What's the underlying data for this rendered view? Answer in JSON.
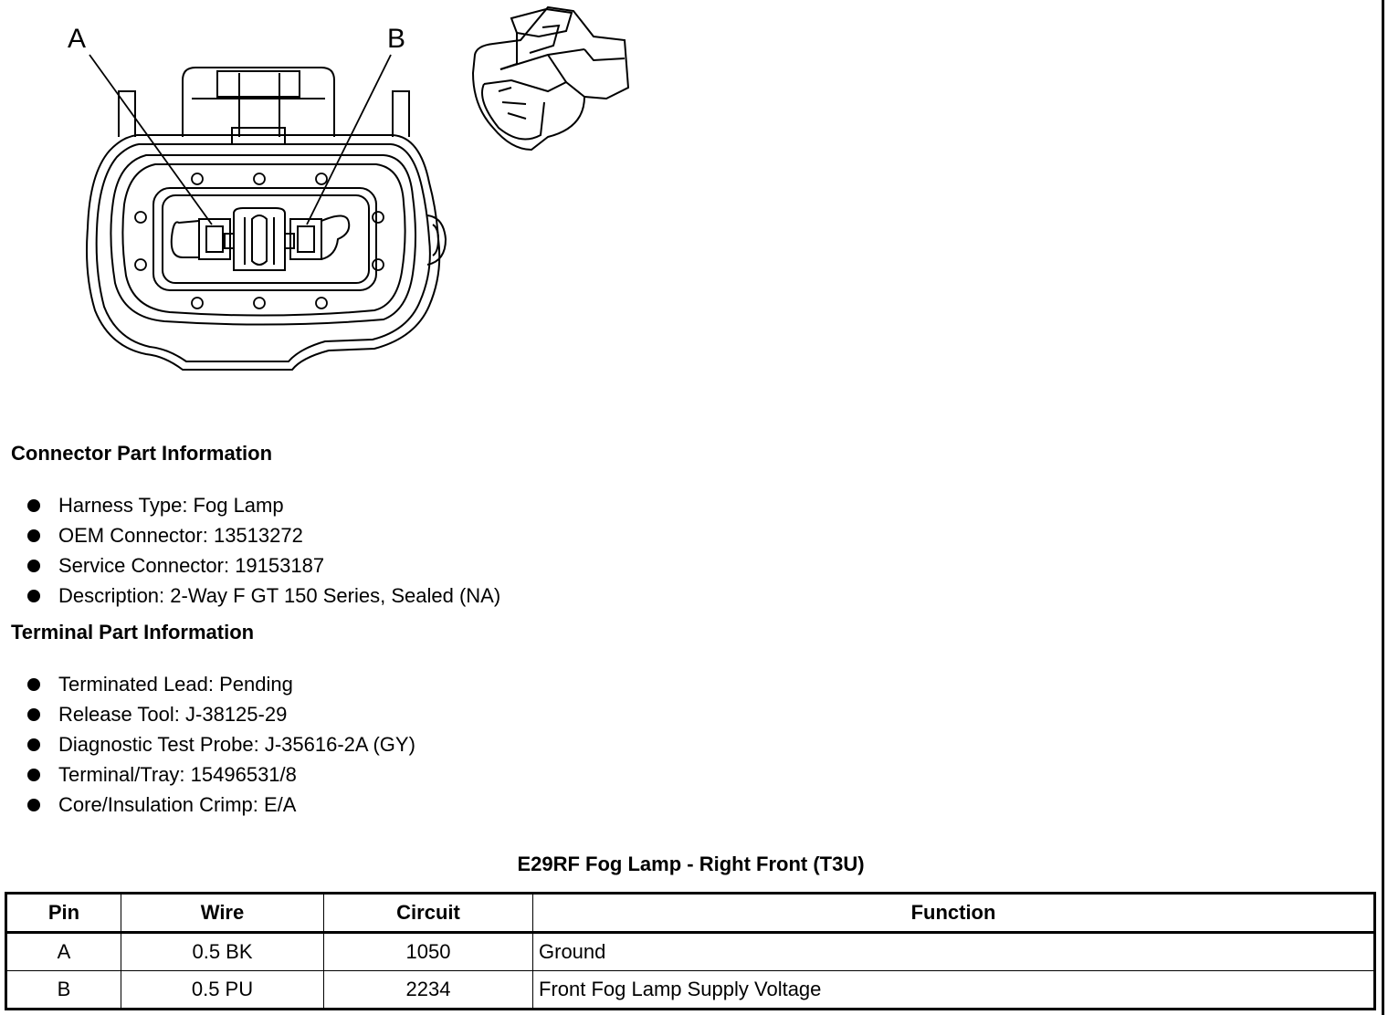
{
  "diagram": {
    "pin_labels": [
      "A",
      "B"
    ]
  },
  "connector_info": {
    "heading": "Connector Part Information",
    "items": [
      "Harness Type: Fog Lamp",
      "OEM Connector: 13513272",
      "Service Connector: 19153187",
      "Description: 2-Way F GT 150 Series, Sealed (NA)"
    ]
  },
  "terminal_info": {
    "heading": "Terminal Part Information",
    "items": [
      "Terminated Lead: Pending",
      "Release Tool: J-38125-29",
      "Diagnostic Test Probe: J-35616-2A (GY)",
      "Terminal/Tray: 15496531/8",
      "Core/Insulation Crimp: E/A"
    ]
  },
  "pin_table": {
    "title": "E29RF Fog Lamp - Right Front (T3U)",
    "headers": [
      "Pin",
      "Wire",
      "Circuit",
      "Function"
    ],
    "rows": [
      [
        "A",
        "0.5 BK",
        "1050",
        "Ground"
      ],
      [
        "B",
        "0.5 PU",
        "2234",
        "Front Fog Lamp Supply Voltage"
      ]
    ]
  }
}
